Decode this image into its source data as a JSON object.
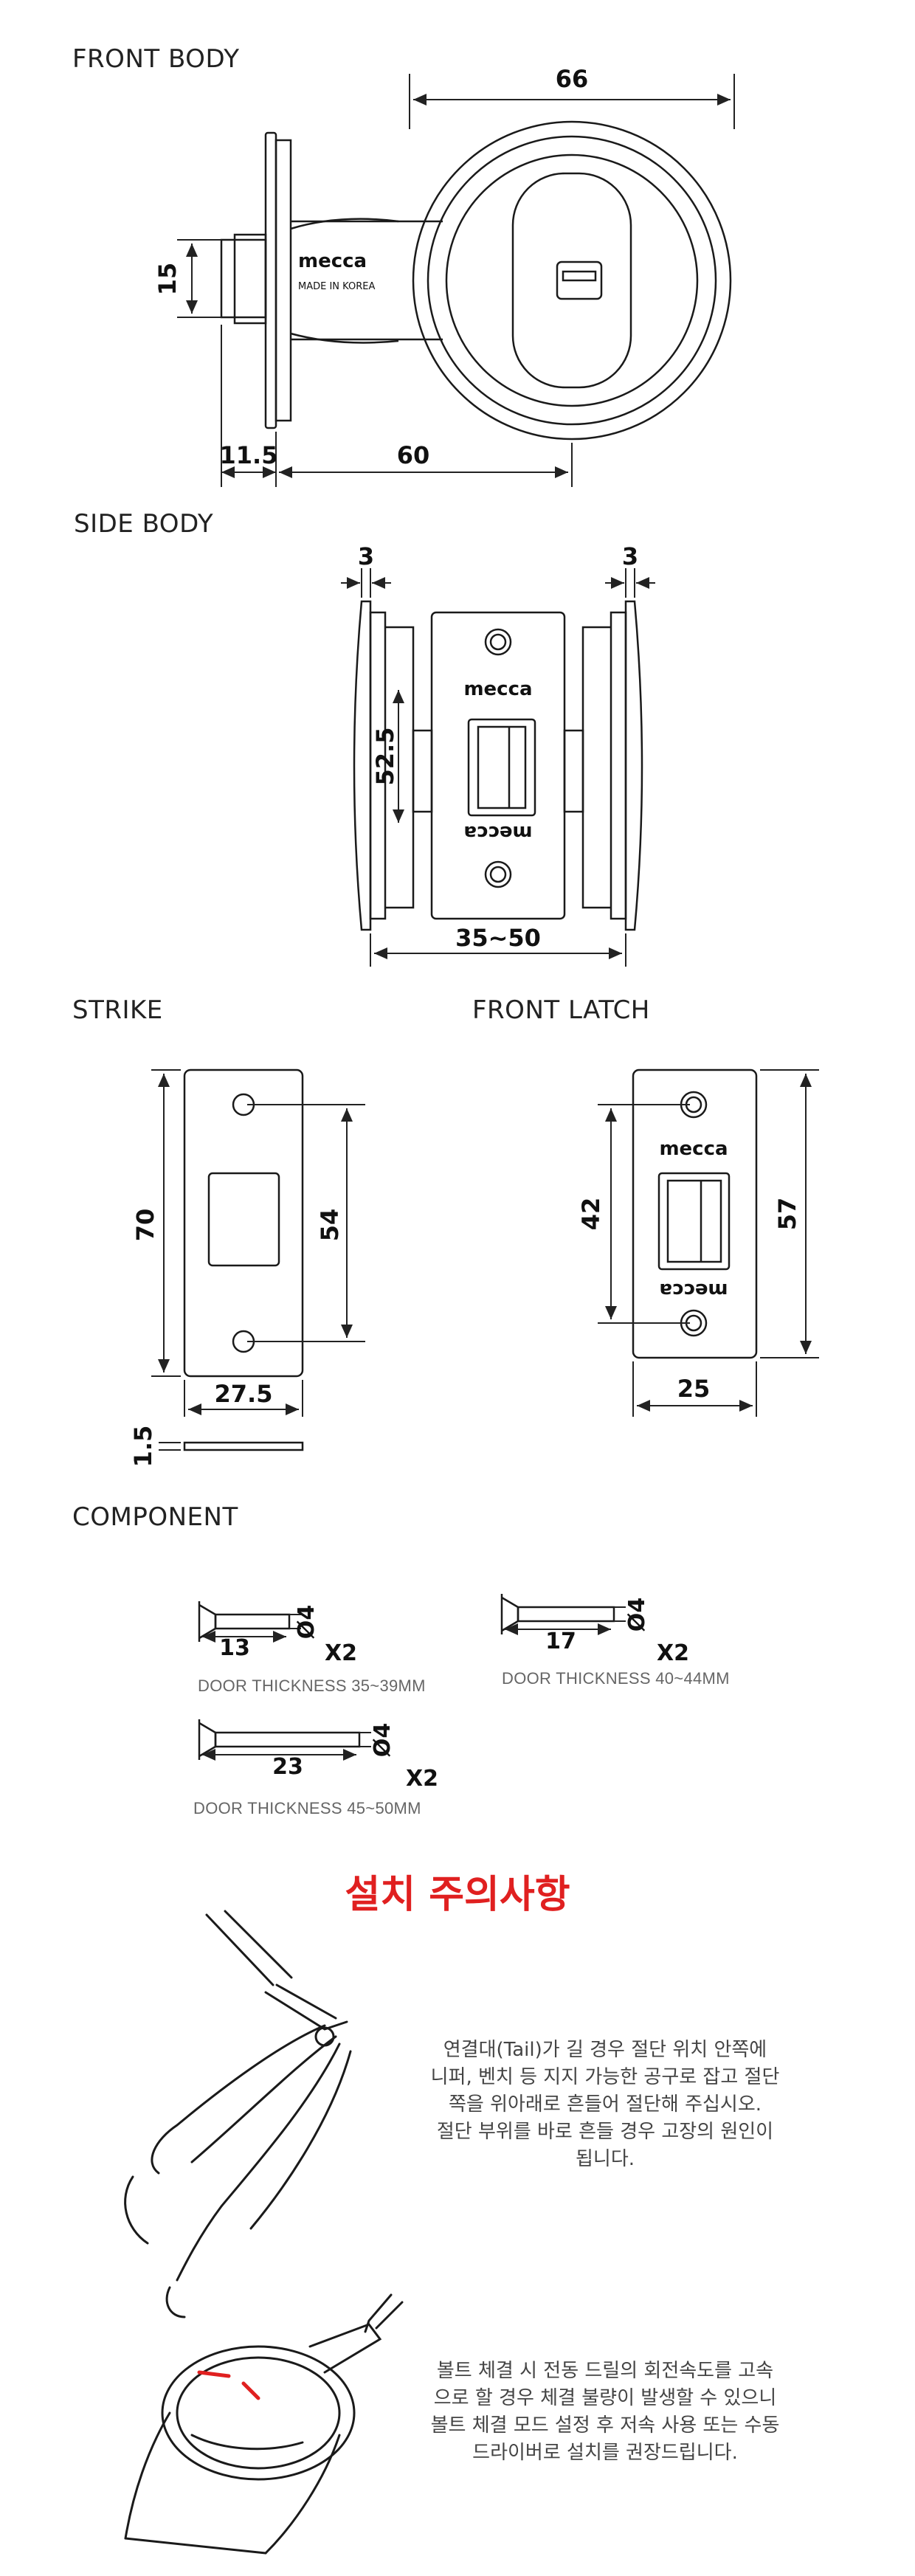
{
  "sections": {
    "front_body": "FRONT BODY",
    "side_body": "SIDE BODY",
    "strike": "STRIKE",
    "front_latch": "FRONT LATCH",
    "component": "COMPONENT"
  },
  "front_body_dims": {
    "width": "66",
    "height": "15",
    "offset": "11.5",
    "length": "60"
  },
  "side_body_dims": {
    "left": "3",
    "right": "3",
    "height": "52.5",
    "range": "35~50"
  },
  "strike_dims": {
    "height": "70",
    "hole_spacing": "54",
    "width": "27.5",
    "thickness": "1.5"
  },
  "latch_dims": {
    "hole_spacing": "42",
    "height": "57",
    "width": "25"
  },
  "brand": {
    "logo": "mecca",
    "made_in": "MADE IN KOREA"
  },
  "components": [
    {
      "length": "13",
      "diameter": "Ø4",
      "qty": "X2",
      "thickness": "DOOR THICKNESS 35~39MM"
    },
    {
      "length": "17",
      "diameter": "Ø4",
      "qty": "X2",
      "thickness": "DOOR THICKNESS 40~44MM"
    },
    {
      "length": "23",
      "diameter": "Ø4",
      "qty": "X2",
      "thickness": "DOOR THICKNESS 45~50MM"
    }
  ],
  "caution": {
    "title": "설치 주의사항",
    "tip1_lines": [
      "연결대(Tail)가 길 경우 절단 위치 안쪽에",
      "니퍼, 벤치 등 지지 가능한 공구로 잡고 절단",
      "쪽을 위아래로 흔들어 절단해 주십시오.",
      "절단 부위를 바로 흔들 경우 고장의 원인이",
      "됩니다."
    ],
    "tip2_lines": [
      "볼트 체결 시 전동 드릴의 회전속도를 고속",
      "으로 할 경우 체결 불량이 발생할 수 있으니",
      "볼트 체결 모드 설정 후 저속 사용 또는 수동",
      "드라이버로 설치를 권장드립니다."
    ]
  },
  "colors": {
    "line": "#1a1a1a",
    "dim_line": "#222222",
    "warning": "#e02020"
  }
}
